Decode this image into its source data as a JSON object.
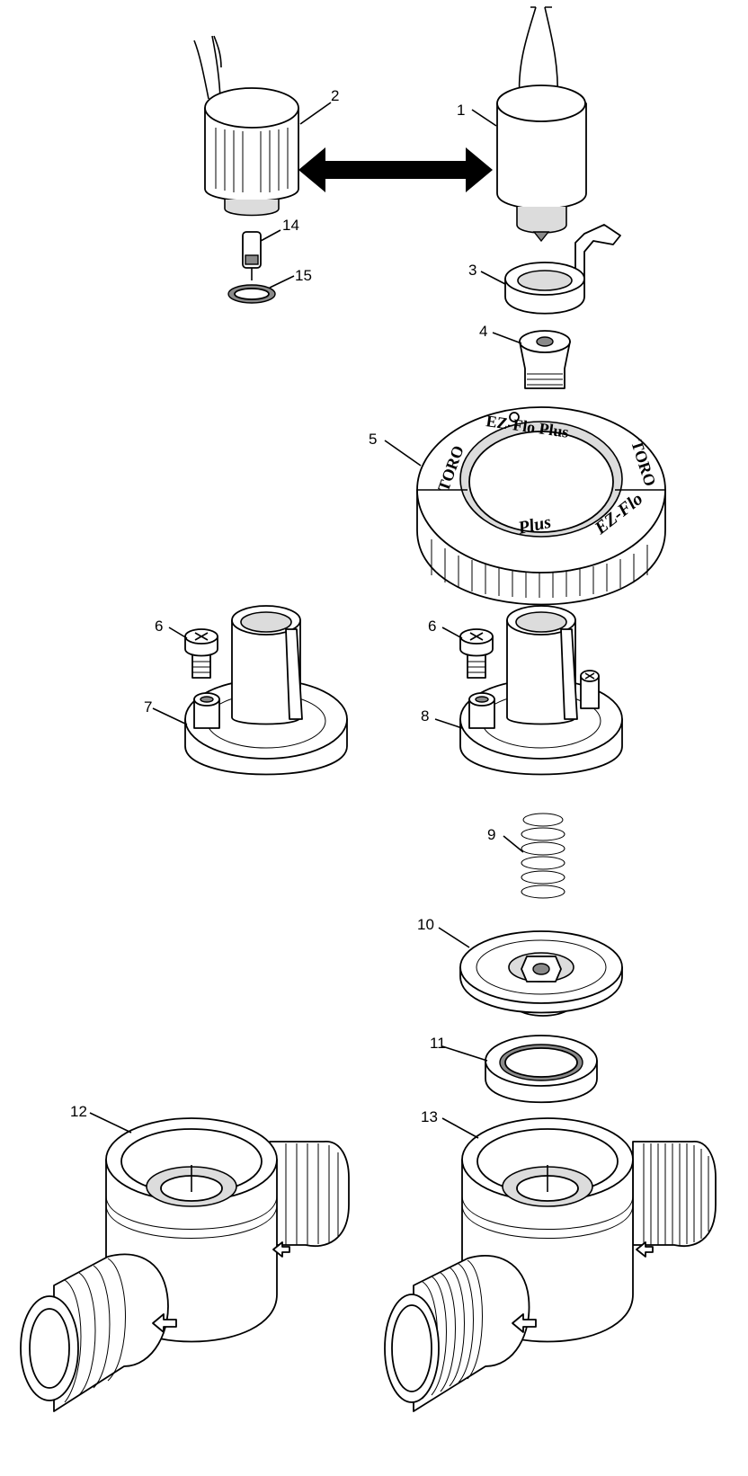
{
  "callouts": {
    "c1": "1",
    "c2": "2",
    "c3": "3",
    "c4": "4",
    "c5": "5",
    "c6a": "6",
    "c6b": "6",
    "c7": "7",
    "c8": "8",
    "c9": "9",
    "c10": "10",
    "c11": "11",
    "c12": "12",
    "c13": "13",
    "c14": "14",
    "c15": "15"
  },
  "bonnet_ring_markings": {
    "brand_left": "TORO",
    "brand_right": "TORO",
    "product_top": "EZ-Flo Plus",
    "product_bottom_1": "EZ-Flo",
    "product_bottom_2": "Plus"
  }
}
